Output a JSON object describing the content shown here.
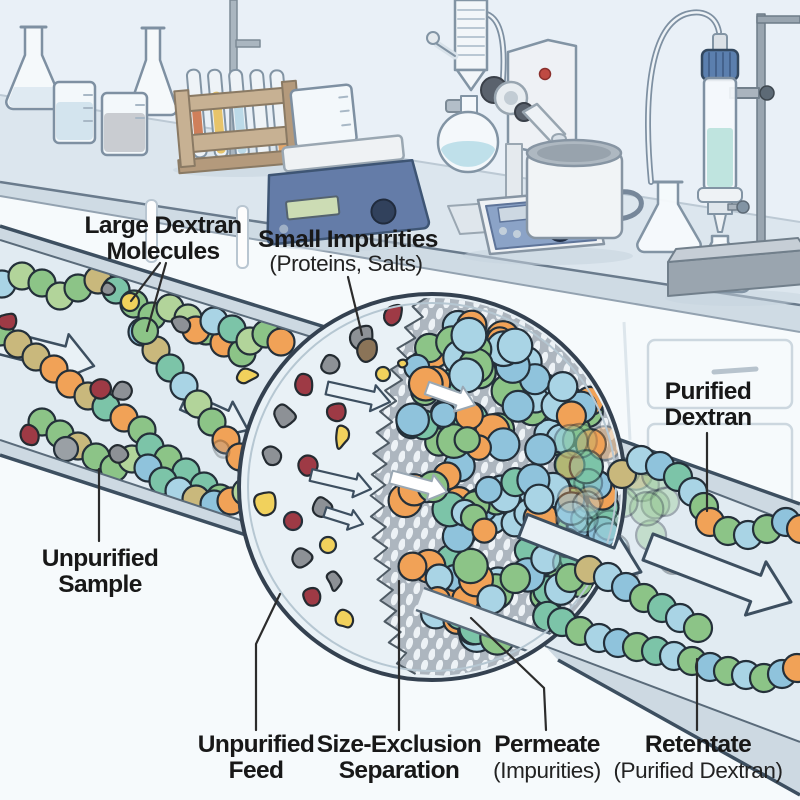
{
  "figure": {
    "type": "process-illustration",
    "subject": "Dextran purification by size-exclusion membrane separation in a laboratory"
  },
  "labels": {
    "large_dextran_molecules": {
      "line1": "Large Dextran",
      "line2": "Molecules"
    },
    "small_impurities": {
      "line1": "Small Impurities",
      "line2": "(Proteins, Salts)"
    },
    "unpurified_sample": {
      "line1": "Unpurified",
      "line2": "Sample"
    },
    "purified_dextran": {
      "line1": "Purified",
      "line2": "Dextran"
    },
    "unpurified_feed": {
      "line1": "Unpurified",
      "line2": "Feed"
    },
    "size_exclusion_separation": {
      "line1": "Size-Exclusion",
      "line2": "Separation"
    },
    "permeate": {
      "line1": "Permeate",
      "line2": "(Impurities)"
    },
    "retentate": {
      "line1": "Retentate",
      "line2": "(Purified Dextran)"
    }
  },
  "colors": {
    "label_text": "#181818",
    "outline": "#24303a",
    "tube_wall": "#3d4f60",
    "tube_wall_inner": "#5a6b7a",
    "tube_glass": "#cdd9e2",
    "tube_interior": "#e1ebf2",
    "circle_interior": "#e9f1f6",
    "membrane_base": "#adb6bf",
    "membrane_hole": "#edf2f6",
    "membrane_edge": "#4e5a64",
    "arrow_fill": "#e9f1f6",
    "dextran_palette": {
      "light_blue": "#a9d4e5",
      "blue": "#8fc3dc",
      "green": "#8cc487",
      "teal": "#7cc4a8",
      "orange": "#f1a257",
      "tan": "#c9b87c",
      "light_green": "#b2d49a"
    },
    "impurity_red": "#9e3a45",
    "impurity_gray": "#8d9196",
    "impurity_yellow": "#f1d15c",
    "impurity_brown": "#8b7458",
    "bench": "#dce6ee",
    "bench_lip": "#cfdbe4",
    "wall": "#e9f0f7",
    "cabinet": "#f6fafc",
    "equipment_stroke": "#8294a4",
    "device_blue": "#647ca8",
    "panel_blue": "#8ba3c7",
    "lcd_green": "#ccdcb4",
    "lcd_gray": "#cdd8e2",
    "wood": "#c7b193",
    "liquid_blue": "#bfe0ea",
    "column_liquid": "#bfe4df",
    "leader_line": "#2c2c2c"
  }
}
